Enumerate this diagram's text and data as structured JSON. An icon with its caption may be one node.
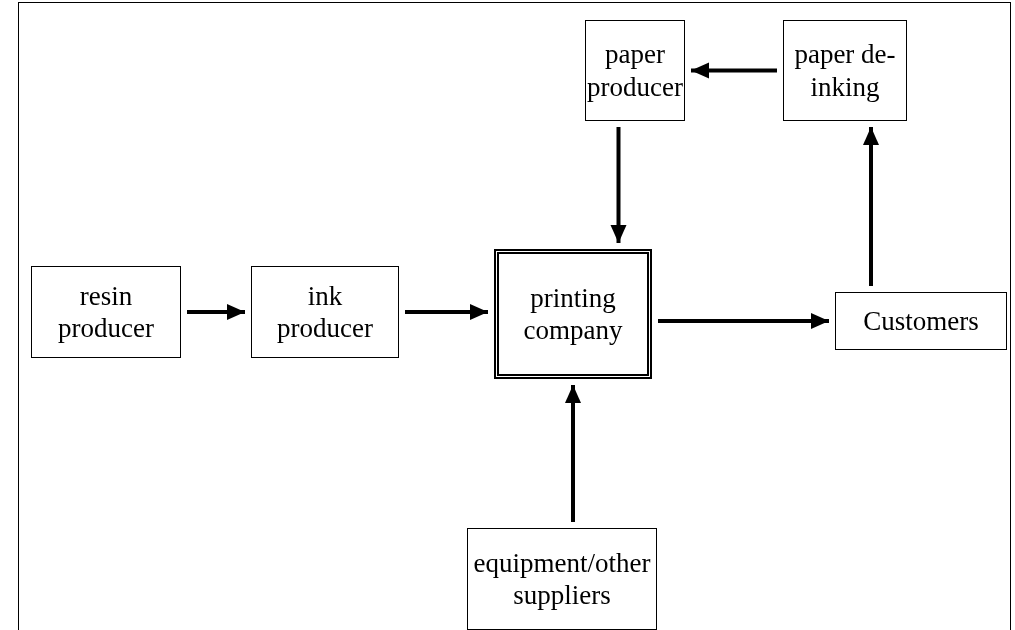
{
  "diagram": {
    "nodes": [
      {
        "text": [
          "paper producer"
        ]
      },
      {
        "text": [
          "paper de-inking"
        ]
      },
      {
        "text": [
          "resin producer"
        ]
      },
      {
        "text": [
          "ink producer"
        ]
      },
      {
        "text": [
          "printing company"
        ]
      },
      {
        "text": [
          "Customers"
        ]
      },
      {
        "text": [
          "equipment/other suppliers"
        ]
      }
    ],
    "edges": [
      {
        "from": 2,
        "to": 3,
        "arrow": "to"
      },
      {
        "from": 3,
        "to": 4,
        "arrow": "to"
      },
      {
        "from": 4,
        "to": 5,
        "arrow": "to"
      },
      {
        "from": 5,
        "to": 1,
        "arrow": "to"
      },
      {
        "from": 1,
        "to": 0,
        "arrow": "to"
      },
      {
        "from": 0,
        "to": 4,
        "arrow": "to"
      },
      {
        "from": 6,
        "to": 4,
        "arrow": "to"
      }
    ]
  }
}
